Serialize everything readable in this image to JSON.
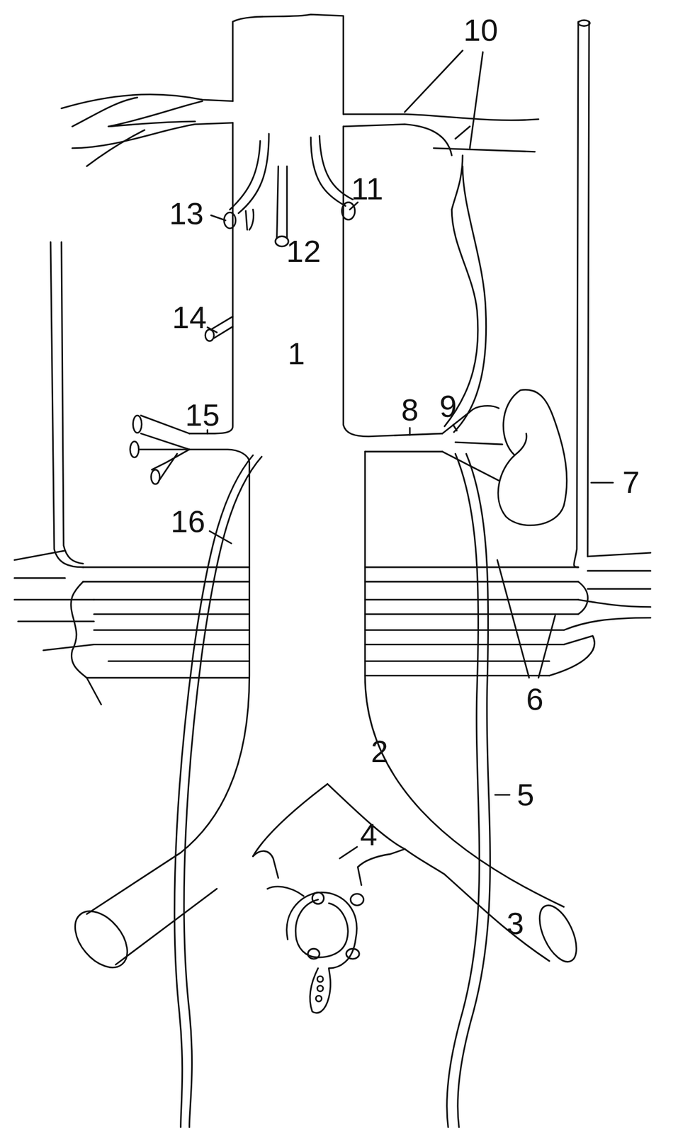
{
  "diagram": {
    "labels": [
      "10",
      "13",
      "11",
      "12",
      "14",
      "1",
      "15",
      "8",
      "9",
      "16",
      "7",
      "6",
      "5",
      "2",
      "4",
      "3"
    ]
  }
}
